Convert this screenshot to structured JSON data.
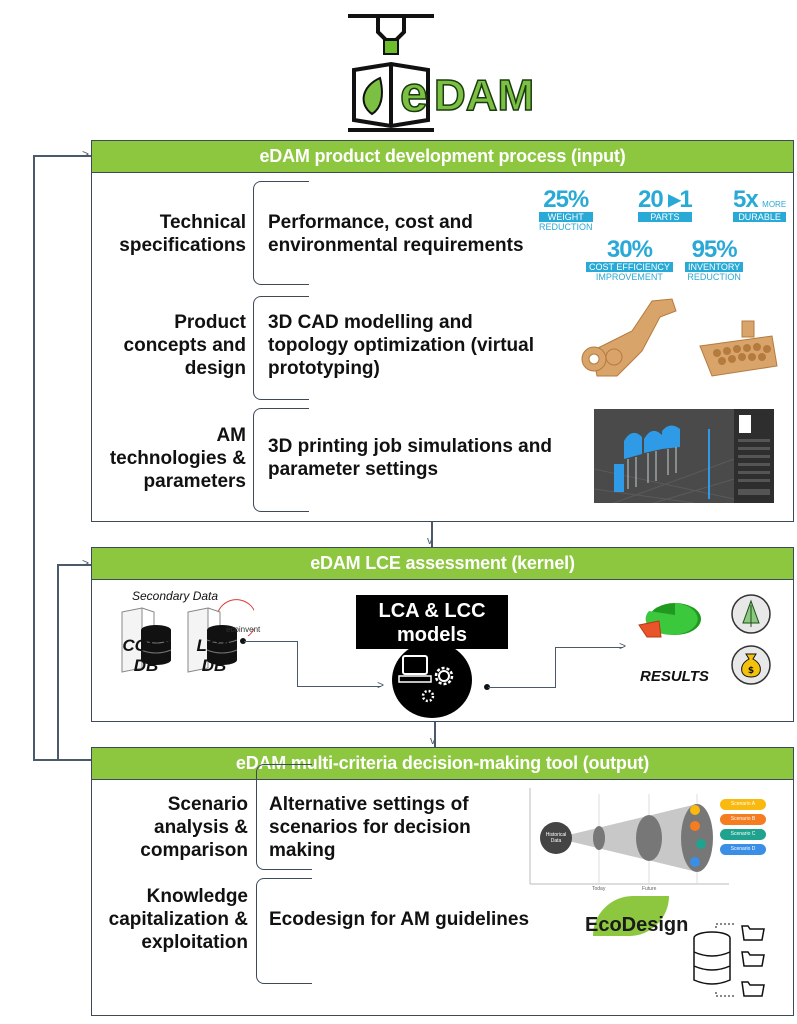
{
  "logo": {
    "text_e": "e",
    "text_dam": "DAM"
  },
  "panels": {
    "input": {
      "title": "eDAM product development process (input)",
      "rows": [
        {
          "label": "Technical specifications",
          "desc": "Performance, cost and environmental requirements"
        },
        {
          "label": "Product concepts and design",
          "desc": "3D CAD modelling and topology optimization (virtual prototyping)"
        },
        {
          "label": "AM technologies & parameters",
          "desc": "3D printing job simulations and parameter settings"
        }
      ],
      "stats": [
        {
          "value": "25%",
          "band": "WEIGHT",
          "sub": "REDUCTION"
        },
        {
          "value": "20 ▸1",
          "band": "PARTS",
          "sub": ""
        },
        {
          "value": "5x",
          "extra": "MORE",
          "band": "DURABLE",
          "sub": ""
        },
        {
          "value": "30%",
          "band": "COST EFFICIENCY",
          "sub": "IMPROVEMENT"
        },
        {
          "value": "95%",
          "band": "INVENTORY",
          "sub": "REDUCTION"
        }
      ]
    },
    "kernel": {
      "title": "eDAM LCE assessment (kernel)",
      "secondary_label": "Secondary Data",
      "cost_db": "COST DB",
      "lca_db": "LCA DB",
      "ecoinvent": "ecoinvent",
      "models_label": "LCA & LCC models",
      "results_label": "RESULTS"
    },
    "output": {
      "title": "eDAM multi-criteria decision-making tool (output)",
      "rows": [
        {
          "label": "Scenario analysis & comparison",
          "desc": "Alternative settings of scenarios for decision making"
        },
        {
          "label": "Knowledge capitalization & exploitation",
          "desc": "Ecodesign for AM guidelines"
        }
      ],
      "scenario_chart": {
        "origin_label": "Historical Data",
        "x_labels": [
          "Today",
          "Future"
        ],
        "scenarios": [
          {
            "name": "Scenario A",
            "color": "#f9b90f"
          },
          {
            "name": "Scenario B",
            "color": "#f57c1f"
          },
          {
            "name": "Scenario C",
            "color": "#1fa38f"
          },
          {
            "name": "Scenario D",
            "color": "#3a8ee6"
          }
        ]
      },
      "ecodesign_label": "EcoDesign"
    }
  },
  "colors": {
    "header_green": "#8dc63f",
    "border": "#3c4a5a",
    "stat_blue": "#29a9d6"
  }
}
